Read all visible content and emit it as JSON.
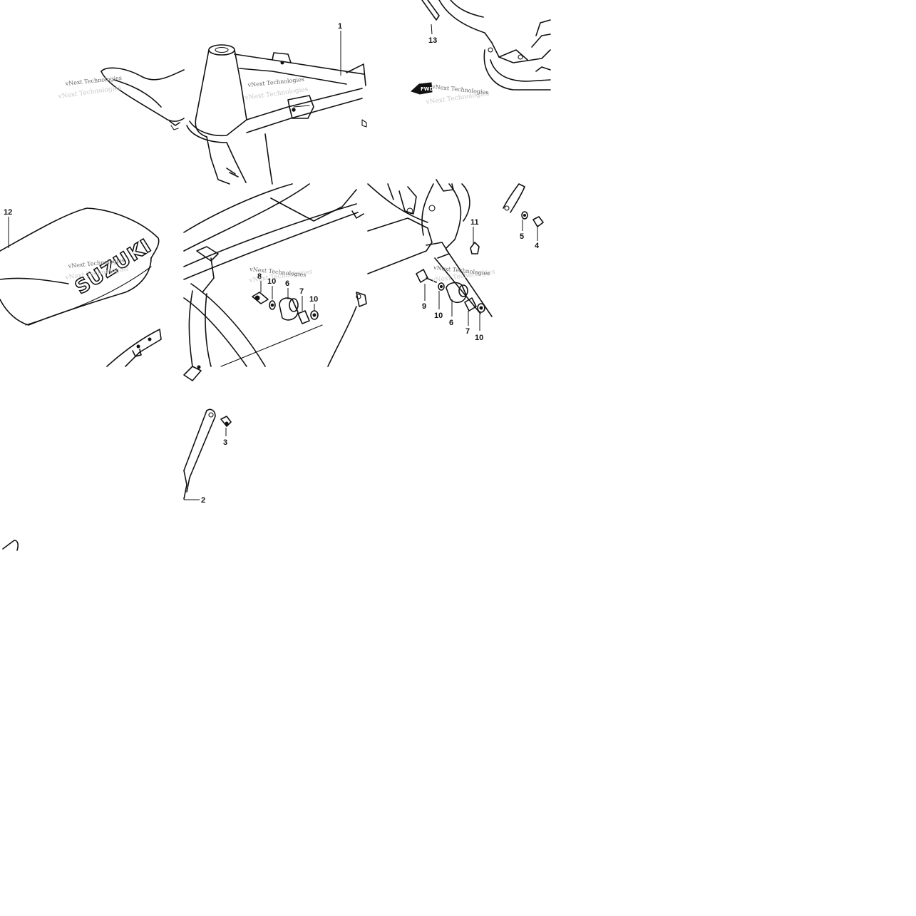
{
  "watermark": "vNext Technologies",
  "brand_logo": "SUZUKI",
  "fwd_label": "FWD",
  "callouts": {
    "c1": "1",
    "c2": "2",
    "c3": "3",
    "c4": "4",
    "c5": "5",
    "c6a": "6",
    "c6b": "6",
    "c7a": "7",
    "c7b": "7",
    "c8": "8",
    "c9": "9",
    "c10a": "10",
    "c10b": "10",
    "c10c": "10",
    "c10d": "10",
    "c11": "11",
    "c12": "12",
    "c13": "13"
  }
}
